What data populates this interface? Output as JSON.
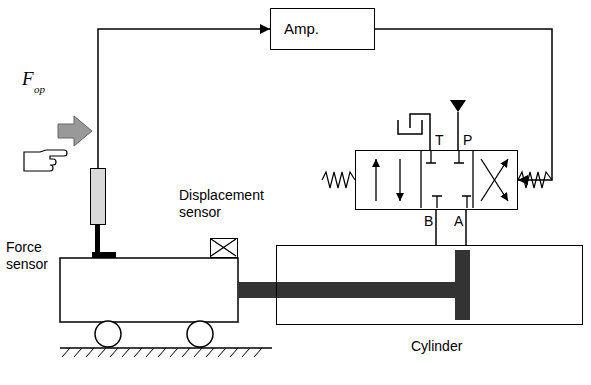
{
  "diagram": {
    "nodes": [
      {
        "text": [
          "Amp."
        ]
      },
      {
        "text": [
          "Force sensor"
        ]
      },
      {
        "text": [
          "Displacement sensor"
        ]
      },
      {
        "text": [
          "T",
          "P",
          "B",
          "A"
        ]
      },
      {
        "text": [
          "Cylinder"
        ]
      }
    ],
    "edges": [
      {
        "from": 1,
        "to": 0,
        "arrow": "to"
      },
      {
        "from": 0,
        "to": 3,
        "arrow": "to"
      },
      {
        "from": 3,
        "to": 4,
        "arrow": "none"
      },
      {
        "from": 3,
        "to": 4,
        "arrow": "none"
      }
    ],
    "labels": [
      "F",
      "op"
    ]
  }
}
